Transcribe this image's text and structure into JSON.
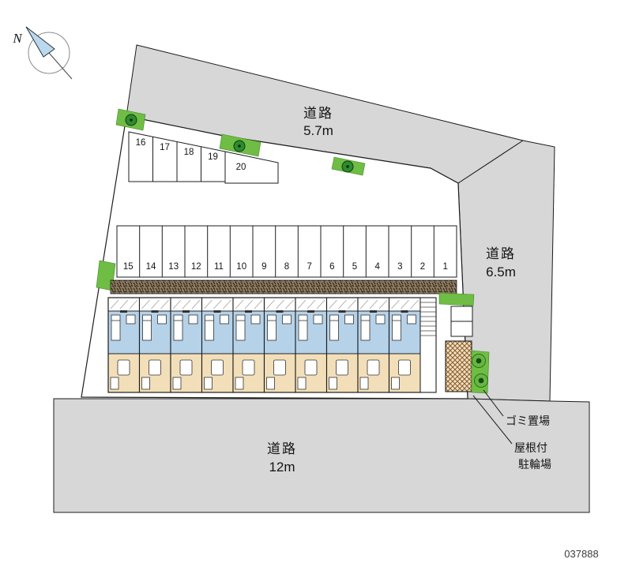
{
  "plan_id": "037888",
  "compass": {
    "label": "N"
  },
  "roads": {
    "top": {
      "name": "道路",
      "width": "5.7m"
    },
    "right": {
      "name": "道路",
      "width": "6.5m"
    },
    "bottom": {
      "name": "道路",
      "width": "12m"
    }
  },
  "parking": {
    "top_row": [
      "16",
      "17",
      "18",
      "19"
    ],
    "space20": "20",
    "main_row": [
      "15",
      "14",
      "13",
      "12",
      "11",
      "10",
      "9",
      "8",
      "7",
      "6",
      "5",
      "4",
      "3",
      "2",
      "1"
    ]
  },
  "annotations": {
    "garbage": "ゴミ置場",
    "bike_roof": "屋根付",
    "bike_park": "駐輪場"
  },
  "colors": {
    "road_gray": "#d7d7d7",
    "site_white": "#ffffff",
    "green": "#6fbd44",
    "tree_dark": "#2e8b2e",
    "blue_room": "#b5d2e9",
    "beige_room": "#f2dfb9",
    "compass_blue": "#b9d9f0",
    "bike_hatch": "#8a5a2c"
  }
}
